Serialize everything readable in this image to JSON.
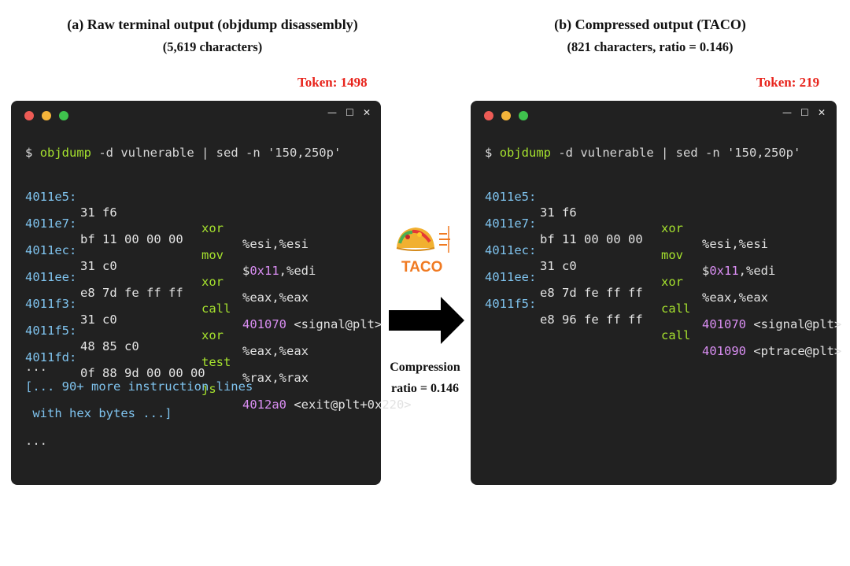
{
  "left": {
    "title": "(a) Raw terminal output (objdump disassembly)",
    "subtitle": "(5,619 characters)",
    "token": "Token: 1498",
    "prompt": "$",
    "command_name": "objdump",
    "command_rest": " -d vulnerable | sed -n '150,250p'",
    "rows": [
      {
        "addr": "4011e5:",
        "bytes": "31 f6",
        "mnemonic": "xor",
        "op_hl": "",
        "op_rest": "%esi,%esi"
      },
      {
        "addr": "4011e7:",
        "bytes": "bf 11 00 00 00",
        "mnemonic": "mov",
        "op_pre": "$",
        "op_hl": "0x11",
        "op_rest": ",%edi"
      },
      {
        "addr": "4011ec:",
        "bytes": "31 c0",
        "mnemonic": "xor",
        "op_hl": "",
        "op_rest": "%eax,%eax"
      },
      {
        "addr": "4011ee:",
        "bytes": "e8 7d fe ff ff",
        "mnemonic": "call",
        "op_hl": "401070",
        "op_rest": " <signal@plt>"
      },
      {
        "addr": "4011f3:",
        "bytes": "31 c0",
        "mnemonic": "xor",
        "op_hl": "",
        "op_rest": "%eax,%eax"
      },
      {
        "addr": "4011f5:",
        "bytes": "48 85 c0",
        "mnemonic": "test",
        "op_hl": "",
        "op_rest": "%rax,%rax"
      },
      {
        "addr": "4011fd:",
        "bytes": "0f 88 9d 00 00 00",
        "mnemonic": "js",
        "op_hl": "4012a0",
        "op_rest": " <exit@plt+0x220>"
      }
    ],
    "ellipsis_top": "...",
    "more_line1": "[... 90+ more instruction lines",
    "more_line2": " with hex bytes ...]",
    "ellipsis_bottom": "..."
  },
  "right": {
    "title": "(b) Compressed output (TACO)",
    "subtitle": "(821 characters, ratio = 0.146)",
    "token": "Token: 219",
    "prompt": "$",
    "command_name": "objdump",
    "command_rest": " -d vulnerable | sed -n '150,250p'",
    "rows": [
      {
        "addr": "4011e5:",
        "bytes": "31 f6",
        "mnemonic": "xor",
        "op_hl": "",
        "op_rest": "%esi,%esi"
      },
      {
        "addr": "4011e7:",
        "bytes": "bf 11 00 00 00",
        "mnemonic": "mov",
        "op_pre": "$",
        "op_hl": "0x11",
        "op_rest": ",%edi"
      },
      {
        "addr": "4011ec:",
        "bytes": "31 c0",
        "mnemonic": "xor",
        "op_hl": "",
        "op_rest": "%eax,%eax"
      },
      {
        "addr": "4011ee:",
        "bytes": "e8 7d fe ff ff",
        "mnemonic": "call",
        "op_hl": "401070",
        "op_rest": " <signal@plt>"
      },
      {
        "addr": "4011f5:",
        "bytes": "e8 96 fe ff ff",
        "mnemonic": "call",
        "op_hl": "401090",
        "op_rest": " <ptrace@plt>"
      }
    ]
  },
  "middle": {
    "logo_text": "TACO",
    "label_line1": "Compression",
    "label_line2": "ratio = 0.146"
  },
  "window_controls": {
    "minimize": "—",
    "maximize": "☐",
    "close": "✕"
  },
  "colors": {
    "terminal_bg": "#212121",
    "dot_red": "#ed5b55",
    "dot_yellow": "#f4b43a",
    "dot_green": "#3fc24d",
    "address": "#7fc3ee",
    "mnemonic": "#a6e22e",
    "highlight": "#d98ef2",
    "token": "#e8241c",
    "taco": "#f07a22"
  }
}
